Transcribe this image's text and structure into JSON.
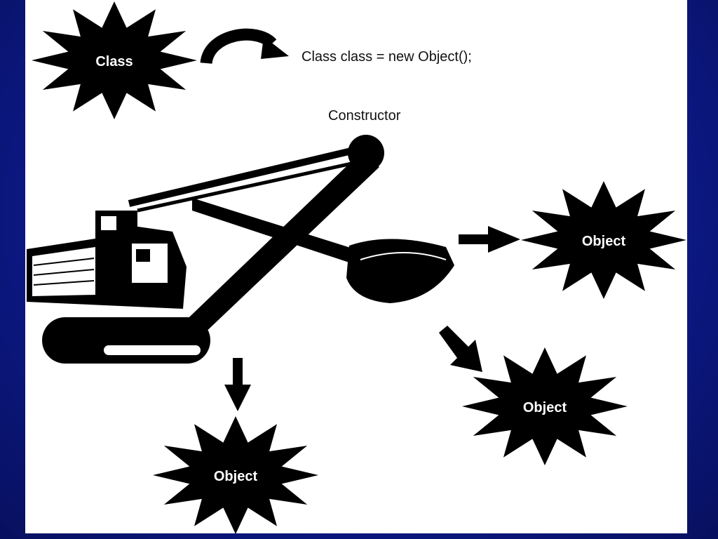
{
  "diagram": {
    "class_burst_label": "Class",
    "code_text": "Class class = new Object();",
    "constructor_label": "Constructor",
    "object_burst_labels": [
      "Object",
      "Object",
      "Object"
    ]
  }
}
